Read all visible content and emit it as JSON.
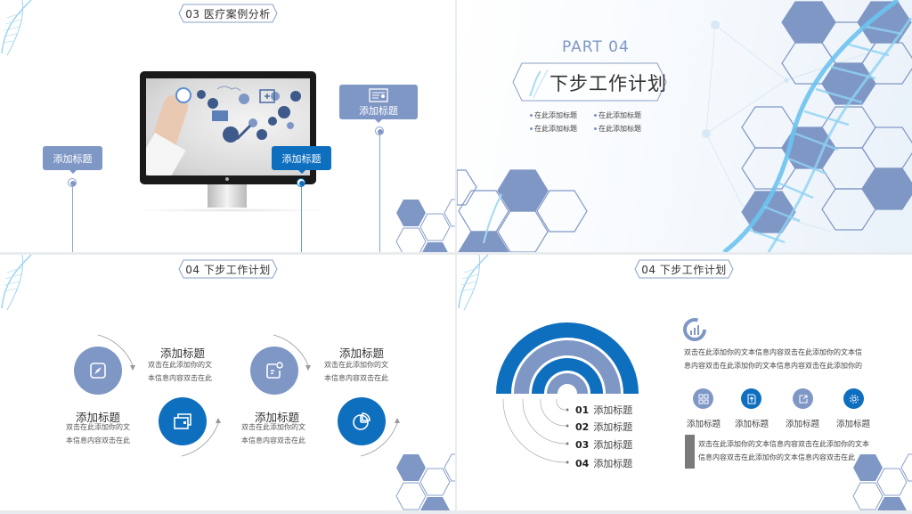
{
  "colors": {
    "primary_blue": "#0f6fbf",
    "slate_blue": "#7f97c5",
    "light_line": "#8fa6c9",
    "dna_cyan": "#7cc8ee",
    "text_dark": "#333333",
    "text_body": "#555555",
    "divider": "#e8ecef"
  },
  "slides": [
    {
      "header": "03  医疗案例分析",
      "callouts": [
        {
          "label": "添加标题",
          "color": "#7f97c5",
          "icon": null
        },
        {
          "label": "添加标题",
          "color": "#0f6fbf",
          "icon": null
        },
        {
          "label": "添加标题",
          "color": "#7f97c5",
          "icon": "certificate-icon"
        }
      ],
      "image": "monitor-with-medical-icons"
    },
    {
      "part": "PART  04",
      "title": "下步工作计划",
      "bullets": [
        "在此添加标题",
        "在此添加标题",
        "在此添加标题",
        "在此添加标题"
      ]
    },
    {
      "header": "04  下步工作计划",
      "steps": [
        {
          "title": "添加标题",
          "desc1": "双击在此添加你的文",
          "desc2": "本信息内容双击在此",
          "icon": "compass-icon",
          "color": "#7f97c5"
        },
        {
          "title": "添加标题",
          "desc1": "双击在此添加你的文",
          "desc2": "本信息内容双击在此",
          "icon": "wallet-icon",
          "color": "#0f6fbf"
        },
        {
          "title": "添加标题",
          "desc1": "双击在此添加你的文",
          "desc2": "本信息内容双击在此",
          "icon": "notification-icon",
          "color": "#7f97c5"
        },
        {
          "title": "添加标题",
          "desc1": "双击在此添加你的文",
          "desc2": "本信息内容双击在此",
          "icon": "pie-chart-icon",
          "color": "#0f6fbf"
        }
      ]
    },
    {
      "header": "04  下步工作计划",
      "rings": [
        {
          "num": "01",
          "label": "添加标题"
        },
        {
          "num": "02",
          "label": "添加标题"
        },
        {
          "num": "03",
          "label": "添加标题"
        },
        {
          "num": "04",
          "label": "添加标题"
        }
      ],
      "paragraph1_line1": "双击在此添加你的文本信息内容双击在此添加你的文本信",
      "paragraph1_line2": "息内容双击在此添加你的文本信息内容双击在此添加你的",
      "icons": [
        {
          "label": "添加标题",
          "icon": "grid-icon",
          "color": "#7f97c5"
        },
        {
          "label": "添加标题",
          "icon": "document-icon",
          "color": "#0f6fbf"
        },
        {
          "label": "添加标题",
          "icon": "share-icon",
          "color": "#7f97c5"
        },
        {
          "label": "添加标题",
          "icon": "gear-icon",
          "color": "#0f6fbf"
        }
      ],
      "paragraph2_line1": "双击在此添加你的文本信息内容双击在此添加你的文本",
      "paragraph2_line2": "信息内容双击在此添加你的文本信息内容双击在此"
    }
  ]
}
